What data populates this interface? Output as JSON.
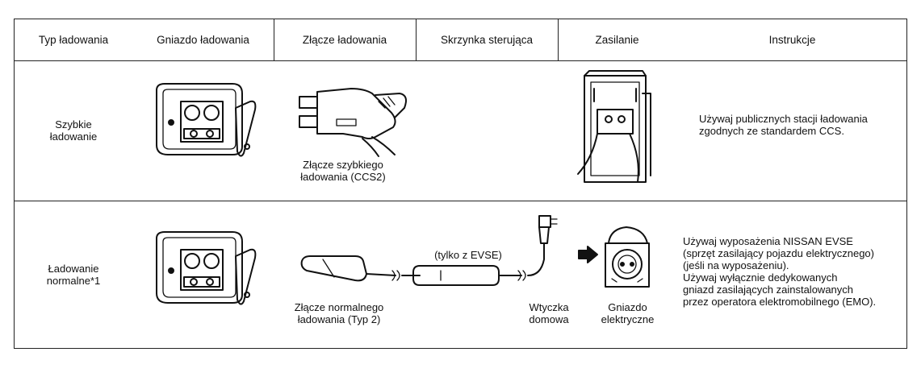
{
  "table": {
    "headers": {
      "charging_type": "Typ ładowania",
      "charging_port": "Gniazdo ładowania",
      "charging_connector": "Złącze ładowania",
      "control_box": "Skrzynka sterująca",
      "power_supply": "Zasilanie",
      "instructions": "Instrukcje"
    },
    "rows": [
      {
        "type_line1": "Szybkie",
        "type_line2": "ładowanie",
        "connector_line1": "Złącze szybkiego",
        "connector_line2": "ładowania  (CCS2)",
        "instructions": [
          "Używaj publicznych stacji ładowania",
          "zgodnych ze standardem CCS."
        ]
      },
      {
        "type_line1": "Ładowanie",
        "type_line2": "normalne*1",
        "connector_line1": "Złącze normalnego",
        "connector_line2": "ładowania (Typ 2)",
        "control_box_note": "(tylko z EVSE)",
        "plug_line1": "Wtyczka",
        "plug_line2": "domowa",
        "socket_line1": "Gniazdo",
        "socket_line2": "elektryczne",
        "instructions": [
          "Używaj wyposażenia NISSAN EVSE",
          "(sprzęt zasilający pojazdu elektrycznego)",
          "(jeśli na wyposażeniu).",
          "Używaj wyłącznie dedykowanych",
          "gniazd zasilających zainstalowanych",
          "przez operatora elektromobilnego (EMO)."
        ]
      }
    ]
  },
  "icons": [
    "charging-port-illustration",
    "ccs2-connector-illustration",
    "charging-station-illustration",
    "type2-connector-illustration",
    "evse-cable-illustration",
    "household-plug-illustration",
    "arrow-right-icon",
    "electrical-socket-illustration"
  ]
}
